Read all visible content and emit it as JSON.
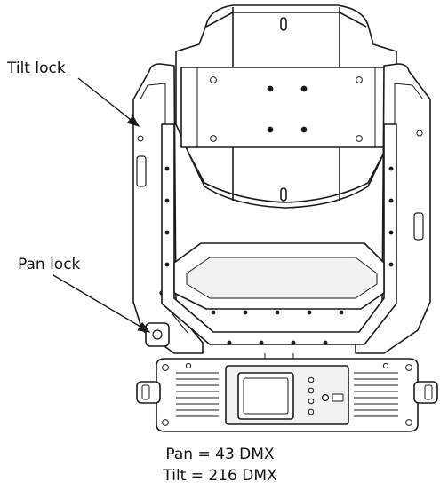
{
  "labels": {
    "tilt_lock": "Tilt lock",
    "pan_lock": "Pan lock"
  },
  "caption": {
    "pan": "Pan = 43 DMX",
    "tilt": "Tilt = 216 DMX"
  },
  "colors": {
    "stroke": "#1a1a1a",
    "fill": "#ffffff",
    "panel": "#f2f2f2"
  }
}
